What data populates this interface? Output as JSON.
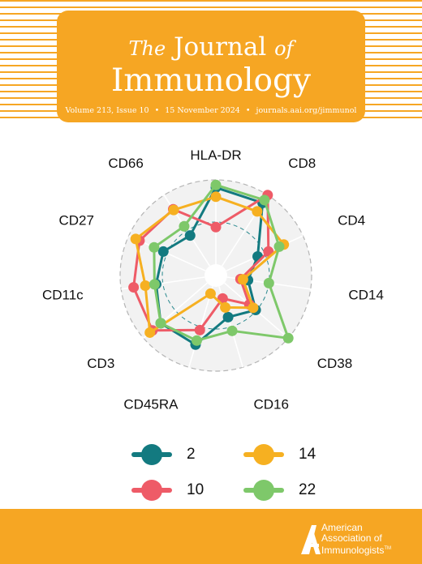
{
  "journal": {
    "title_prefix": "The",
    "title_main": "Journal",
    "title_of": "of",
    "title_line2": "Immunology",
    "volume_issue": "Volume 213, Issue 10",
    "date": "15 November 2024",
    "url": "journals.aai.org/jimmunol",
    "separator": "•"
  },
  "chart_data": {
    "type": "radar",
    "axes": [
      "HLA-DR",
      "CD8",
      "CD4",
      "CD14",
      "CD38",
      "CD16",
      "CD45RA",
      "CD3",
      "CD11c",
      "CD27",
      "CD66"
    ],
    "series": [
      {
        "name": "2",
        "color": "#137a80",
        "values": [
          0.91,
          0.89,
          0.41,
          0.25,
          0.49,
          0.38,
          0.72,
          0.73,
          0.58,
          0.55,
          0.43
        ]
      },
      {
        "name": "10",
        "color": "#ee5b67",
        "values": [
          0.44,
          1.0,
          0.55,
          0.16,
          0.39,
          0.15,
          0.54,
          0.86,
          0.85,
          0.86,
          0.8
        ]
      },
      {
        "name": "14",
        "color": "#f6b021",
        "values": [
          0.8,
          0.77,
          0.75,
          0.19,
          0.45,
          0.26,
          0.09,
          0.9,
          0.71,
          0.91,
          0.79
        ]
      },
      {
        "name": "22",
        "color": "#7ec86a",
        "values": [
          0.94,
          0.93,
          0.69,
          0.5,
          1.0,
          0.55,
          0.67,
          0.73,
          0.6,
          0.67,
          0.56
        ]
      }
    ],
    "range": [
      0,
      1
    ],
    "grid": true,
    "legend_position": "bottom"
  },
  "legend": [
    {
      "label": "2",
      "color": "#137a80"
    },
    {
      "label": "14",
      "color": "#f6b021"
    },
    {
      "label": "10",
      "color": "#ee5b67"
    },
    {
      "label": "22",
      "color": "#7ec86a"
    }
  ],
  "footer": {
    "org_line1": "American",
    "org_line2": "Association of",
    "org_line3": "Immunologists",
    "trademark": "TM"
  }
}
